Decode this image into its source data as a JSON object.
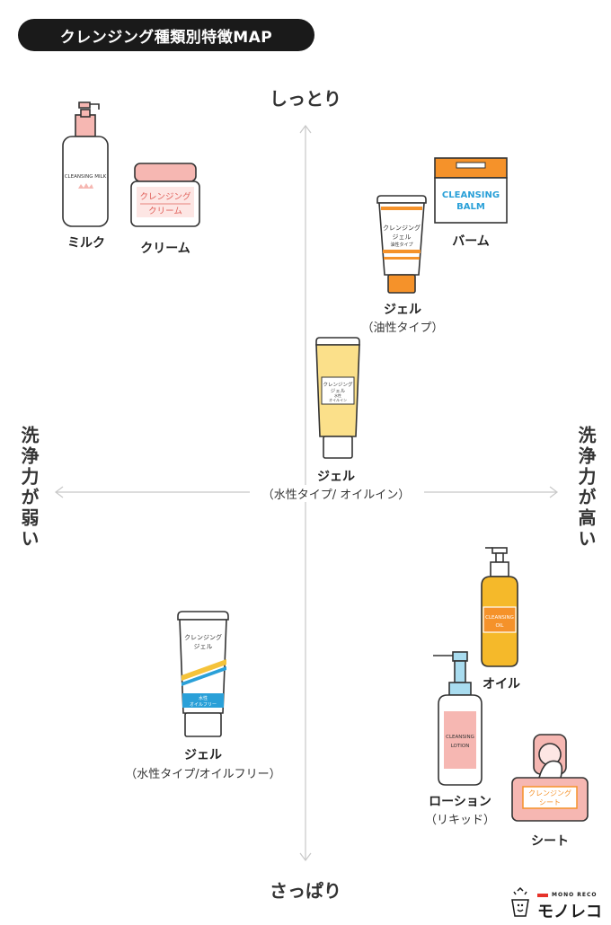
{
  "title": "クレンジング種類別特徴MAP",
  "axes": {
    "top": "しっとり",
    "bottom": "さっぱり",
    "left": "洗浄力が弱い",
    "right": "洗浄力が高い"
  },
  "products": {
    "milk": {
      "label": "ミルク",
      "package_text": "CLEANSING MILK"
    },
    "cream": {
      "label": "クリーム",
      "package_line1": "クレンジング",
      "package_line2": "クリーム"
    },
    "balm": {
      "label": "バーム",
      "package_line1": "CLEANSING",
      "package_line2": "BALM"
    },
    "gel_oil": {
      "label": "ジェル",
      "sublabel": "（油性タイプ）",
      "package_line1": "クレンジング",
      "package_line2": "ジェル",
      "package_line3": "油性タイプ"
    },
    "gel_water_oilin": {
      "label": "ジェル",
      "sublabel": "（水性タイプ/ オイルイン）",
      "package_line1": "クレンジング",
      "package_line2": "ジェル",
      "package_line3": "水性",
      "package_line4": "オイルイン"
    },
    "gel_water_oilfree": {
      "label": "ジェル",
      "sublabel": "（水性タイプ/オイルフリー）",
      "package_line1": "クレンジング",
      "package_line2": "ジェル",
      "package_line3": "水性",
      "package_line4": "オイルフリー"
    },
    "oil": {
      "label": "オイル",
      "package_line1": "CLEANSING",
      "package_line2": "OIL"
    },
    "lotion": {
      "label": "ローション",
      "sublabel": "（リキッド）",
      "package_line1": "CLEANSING",
      "package_line2": "LOTION"
    },
    "sheet": {
      "label": "シート",
      "package_line1": "クレンジング",
      "package_line2": "シート"
    }
  },
  "logo": {
    "small": "MONO RECO",
    "word": "モノレコ"
  },
  "colors": {
    "pink": "#f6b7b2",
    "orange": "#f5922a",
    "yellow": "#fbe08a",
    "blue": "#2aa0d8",
    "dark": "#1a1a1a"
  }
}
